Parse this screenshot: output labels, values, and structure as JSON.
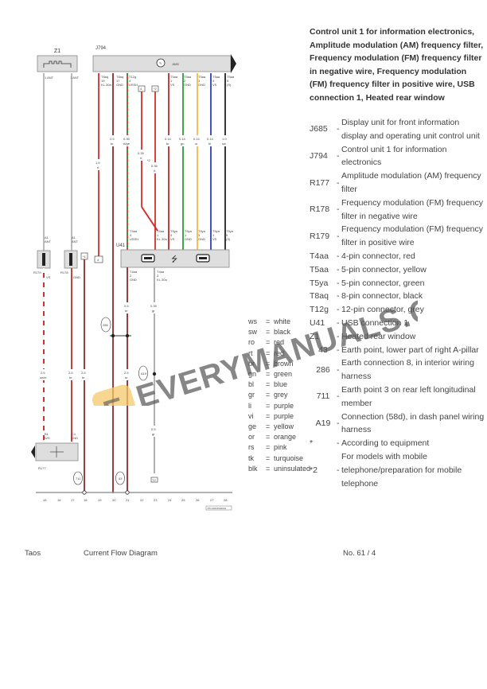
{
  "diagram": {
    "components": {
      "z1": "Z1",
      "j794": "J794",
      "j685": "J685",
      "u41": "U41",
      "r177": "R177",
      "r178": "R178",
      "r179": "R179"
    },
    "wire_labels": [
      {
        "size": "1.5",
        "color": "rt"
      },
      {
        "size": "2.5",
        "color": "br"
      },
      {
        "size": "0.35",
        "color": "rt/ge"
      },
      {
        "size": "0.35",
        "color": "rt"
      },
      {
        "size": "0.35",
        "color": "rt"
      },
      {
        "size": "0.14",
        "color": "br"
      },
      {
        "size": "0.14",
        "color": "gn"
      },
      {
        "size": "0.14",
        "color": "or"
      },
      {
        "size": "0.14",
        "color": "bl"
      },
      {
        "size": "1.0",
        "color": "sw"
      }
    ],
    "connector_pins": {
      "t8aq_19": "T8aq 19 KL.30a",
      "t8aq_17": "T8aq 17 GND",
      "t12g_4": "T12g 4 USSH",
      "t5aa_1": "T5aa 1 VS",
      "t5aa_2": "T5aa 2 GND",
      "t5aa_3": "T5aa 3 GND",
      "t5aa_4": "T5aa 4 VS",
      "t5aa_5": "T5aa 5 (S)"
    },
    "bottom_pin_numbers": [
      "15",
      "16",
      "17",
      "18",
      "19",
      "20",
      "21",
      "22",
      "23",
      "24",
      "25",
      "26",
      "27",
      "28"
    ],
    "earth_points": [
      "711",
      "43",
      "286",
      "A19"
    ],
    "footnote_marker": "*2",
    "ref_code": "J75-12812502001"
  },
  "title": "Control unit 1 for information electronics, Amplitude modulation (AM) frequency filter, Frequency modulation (FM) frequency filter in negative wire, Frequency modulation (FM) frequency filter in positive wire, USB connection 1, Heated rear window",
  "legend": [
    {
      "code": "J685",
      "desc": "Display unit for front information display and operating unit control unit"
    },
    {
      "code": "J794",
      "desc": "Control unit 1 for information electronics"
    },
    {
      "code": "R177",
      "desc": "Amplitude modulation (AM) frequency filter"
    },
    {
      "code": "R178",
      "desc": "Frequency modulation (FM) frequency filter in negative wire"
    },
    {
      "code": "R179",
      "desc": "Frequency modulation (FM) frequency filter in positive wire"
    },
    {
      "code": "T4aa",
      "desc": "4-pin connector, red"
    },
    {
      "code": "T5aa",
      "desc": "5-pin connector, yellow"
    },
    {
      "code": "T5ya",
      "desc": "5-pin connector, green"
    },
    {
      "code": "T8aq",
      "desc": "8-pin connector, black"
    },
    {
      "code": "T12g",
      "desc": "12-pin connector, grey"
    },
    {
      "code": "U41",
      "desc": "USB connection 1"
    },
    {
      "code": "Z1",
      "desc": "Heated rear window"
    },
    {
      "code": "43",
      "desc": "Earth point, lower part of right A-pillar"
    },
    {
      "code": "286",
      "desc": "Earth connection 8, in interior wiring harness"
    },
    {
      "code": "711",
      "desc": "Earth point 3 on rear left longitudinal member"
    },
    {
      "code": "A19",
      "desc": "Connection (58d), in dash panel wiring harness"
    },
    {
      "code": "*",
      "desc": "According to equipment"
    },
    {
      "code": "*2",
      "desc": "For models with mobile telephone/preparation for mobile telephone"
    }
  ],
  "color_codes": [
    {
      "abbr": "ws",
      "name": "white"
    },
    {
      "abbr": "sw",
      "name": "black"
    },
    {
      "abbr": "ro",
      "name": "red"
    },
    {
      "abbr": "rt",
      "name": "red"
    },
    {
      "abbr": "br",
      "name": "brown"
    },
    {
      "abbr": "gn",
      "name": "green"
    },
    {
      "abbr": "bl",
      "name": "blue"
    },
    {
      "abbr": "gr",
      "name": "grey"
    },
    {
      "abbr": "li",
      "name": "purple"
    },
    {
      "abbr": "vi",
      "name": "purple"
    },
    {
      "abbr": "ge",
      "name": "yellow"
    },
    {
      "abbr": "or",
      "name": "orange"
    },
    {
      "abbr": "rs",
      "name": "pink"
    },
    {
      "abbr": "tk",
      "name": "turquoise"
    },
    {
      "abbr": "blk",
      "name": "uninsulated"
    }
  ],
  "footer": {
    "model": "Taos",
    "doc_type": "Current Flow Diagram",
    "page": "No.  61 / 4"
  },
  "watermark": "EVERYMANUALS.COM",
  "colors": {
    "red": "#d32f2f",
    "brown": "#8b2a2a",
    "green": "#2e9a3a",
    "orange": "#f5b942",
    "blue": "#2a3fc0",
    "black": "#222222",
    "grey": "#a8a8a8",
    "box_fill": "#dedede"
  }
}
